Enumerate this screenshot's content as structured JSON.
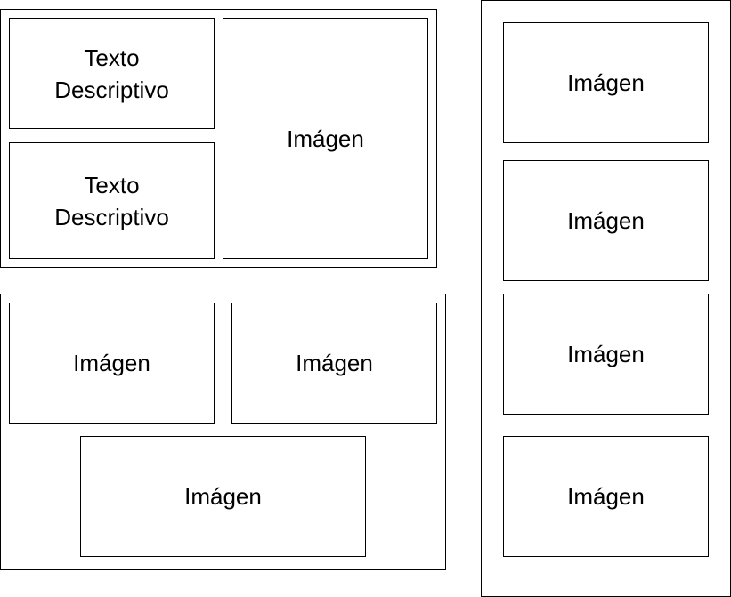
{
  "panel_top_left": {
    "text_box_1": "Texto\nDescriptivo",
    "text_box_2": "Texto\nDescriptivo",
    "image_box": "Imágen"
  },
  "panel_bottom_left": {
    "image_1": "Imágen",
    "image_2": "Imágen",
    "image_3": "Imágen"
  },
  "panel_right": {
    "image_1": "Imágen",
    "image_2": "Imágen",
    "image_3": "Imágen",
    "image_4": "Imágen"
  }
}
